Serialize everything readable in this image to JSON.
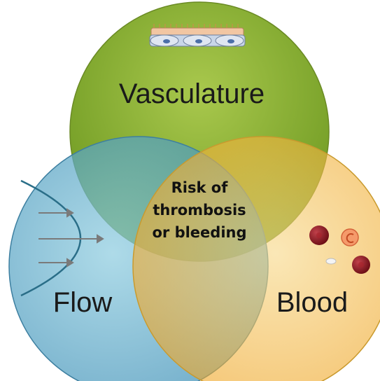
{
  "diagram": {
    "circles": [
      {
        "id": "vasculature",
        "label": "Vasculature",
        "color": "#8db53a"
      },
      {
        "id": "flow",
        "label": "Flow",
        "color": "#3a9bbf"
      },
      {
        "id": "blood",
        "label": "Blood",
        "color": "#f2b92c"
      }
    ],
    "center_label": [
      "Risk of",
      "thrombosis",
      "or bleeding"
    ],
    "icons": [
      "endothelial-cells-icon",
      "flow-arrows-icon",
      "blood-cells-icon"
    ]
  }
}
